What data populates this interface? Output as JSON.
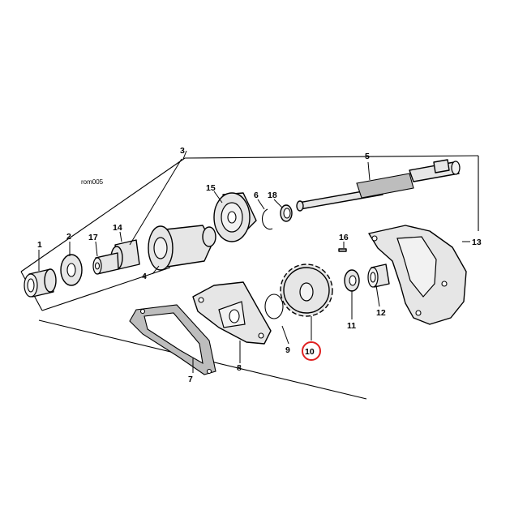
{
  "diagram": {
    "reference_code": "rom005",
    "highlighted_part": "10",
    "highlight_color": "#e02020",
    "callouts": {
      "c1": "1",
      "c2": "2",
      "c3": "3",
      "c4": "4",
      "c5": "5",
      "c6": "6",
      "c7": "7",
      "c8": "8",
      "c9": "9",
      "c10": "10",
      "c11": "11",
      "c12": "12",
      "c13": "13",
      "c14": "14",
      "c15": "15",
      "c16": "16",
      "c17": "17",
      "c18": "18"
    }
  }
}
